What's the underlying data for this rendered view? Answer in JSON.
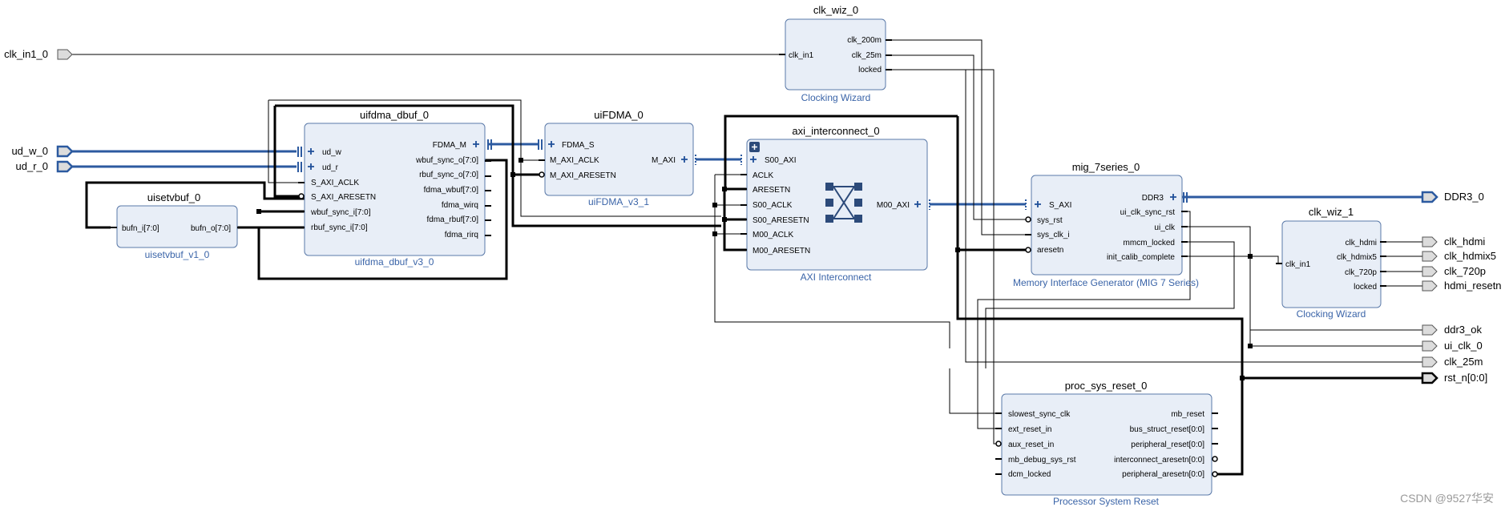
{
  "external_ports": {
    "clk_in1_0": "clk_in1_0",
    "ud_w_0": "ud_w_0",
    "ud_r_0": "ud_r_0",
    "ddr3_0": "DDR3_0",
    "clk_hdmi": "clk_hdmi",
    "clk_hdmix5": "clk_hdmix5",
    "clk_720p": "clk_720p",
    "hdmi_resetn": "hdmi_resetn",
    "ddr3_ok": "ddr3_ok",
    "ui_clk_0": "ui_clk_0",
    "clk_25m": "clk_25m",
    "rst_n": "rst_n[0:0]"
  },
  "blocks": {
    "clk_wiz_0": {
      "name": "clk_wiz_0",
      "ip": "Clocking Wizard",
      "pins": {
        "clk_in1": "clk_in1",
        "clk_200m": "clk_200m",
        "clk_25m": "clk_25m",
        "locked": "locked"
      }
    },
    "uifdma_dbuf_0": {
      "name": "uifdma_dbuf_0",
      "ip": "uifdma_dbuf_v3_0",
      "pins": {
        "ud_w": "ud_w",
        "ud_r": "ud_r",
        "s_axi_aclk": "S_AXI_ACLK",
        "s_axi_aresetn": "S_AXI_ARESETN",
        "wbuf_sync_i": "wbuf_sync_i[7:0]",
        "rbuf_sync_i": "rbuf_sync_i[7:0]",
        "fdma_m": "FDMA_M",
        "wbuf_sync_o": "wbuf_sync_o[7:0]",
        "rbuf_sync_o": "rbuf_sync_o[7:0]",
        "fdma_wbuf": "fdma_wbuf[7:0]",
        "fdma_wirq": "fdma_wirq",
        "fdma_rbuf": "fdma_rbuf[7:0]",
        "fdma_rirq": "fdma_rirq"
      }
    },
    "uisetvbuf_0": {
      "name": "uisetvbuf_0",
      "ip": "uisetvbuf_v1_0",
      "pins": {
        "bufn_i": "bufn_i[7:0]",
        "bufn_o": "bufn_o[7:0]"
      }
    },
    "uiFDMA_0": {
      "name": "uiFDMA_0",
      "ip": "uiFDMA_v3_1",
      "pins": {
        "fdma_s": "FDMA_S",
        "m_axi_aclk": "M_AXI_ACLK",
        "m_axi_aresetn": "M_AXI_ARESETN",
        "m_axi": "M_AXI"
      }
    },
    "axi_interconnect_0": {
      "name": "axi_interconnect_0",
      "ip": "AXI Interconnect",
      "pins": {
        "s00_axi": "S00_AXI",
        "aclk": "ACLK",
        "aresetn": "ARESETN",
        "s00_aclk": "S00_ACLK",
        "s00_aresetn": "S00_ARESETN",
        "m00_aclk": "M00_ACLK",
        "m00_aresetn": "M00_ARESETN",
        "m00_axi": "M00_AXI"
      }
    },
    "mig_7series_0": {
      "name": "mig_7series_0",
      "ip": "Memory Interface Generator (MIG 7 Series)",
      "pins": {
        "s_axi": "S_AXI",
        "sys_rst": "sys_rst",
        "sys_clk_i": "sys_clk_i",
        "aresetn": "aresetn",
        "ddr3": "DDR3",
        "ui_clk_sync_rst": "ui_clk_sync_rst",
        "ui_clk": "ui_clk",
        "mmcm_locked": "mmcm_locked",
        "init_calib_complete": "init_calib_complete"
      }
    },
    "clk_wiz_1": {
      "name": "clk_wiz_1",
      "ip": "Clocking Wizard",
      "pins": {
        "clk_in1": "clk_in1",
        "clk_hdmi": "clk_hdmi",
        "clk_hdmix5": "clk_hdmix5",
        "clk_720p": "clk_720p",
        "locked": "locked"
      }
    },
    "proc_sys_reset_0": {
      "name": "proc_sys_reset_0",
      "ip": "Processor System Reset",
      "pins": {
        "slowest_sync_clk": "slowest_sync_clk",
        "ext_reset_in": "ext_reset_in",
        "aux_reset_in": "aux_reset_in",
        "mb_debug_sys_rst": "mb_debug_sys_rst",
        "dcm_locked": "dcm_locked",
        "mb_reset": "mb_reset",
        "bus_struct_reset": "bus_struct_reset[0:0]",
        "peripheral_reset": "peripheral_reset[0:0]",
        "interconnect_aresetn": "interconnect_aresetn[0:0]",
        "peripheral_aresetn": "peripheral_aresetn[0:0]"
      }
    }
  },
  "watermark": "CSDN @9527华安",
  "colors": {
    "block_fill": "#e8eef7",
    "block_stroke": "#5a79a8",
    "bus": "#2c5aa0",
    "ip_label": "#3a64a8",
    "port_fill": "#dcdcdc"
  }
}
